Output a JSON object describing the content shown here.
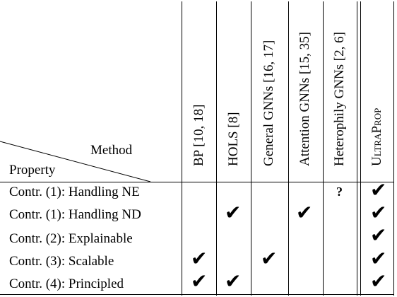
{
  "corner": {
    "method_label": "Method",
    "property_label": "Property"
  },
  "columns": [
    {
      "label": "BP [10, 18]"
    },
    {
      "label": "HOLS [8]"
    },
    {
      "label": "General GNNs [16, 17]"
    },
    {
      "label": "Attention GNNs [15, 35]"
    },
    {
      "label": "Heterophily GNNs [2, 6]"
    },
    {
      "label": "UltraProp",
      "style": "small-caps"
    }
  ],
  "rows": [
    {
      "label": "Contr. (1): Handling NE",
      "cells": [
        "",
        "",
        "",
        "",
        "?",
        "check"
      ]
    },
    {
      "label": "Contr. (1): Handling ND",
      "cells": [
        "",
        "check",
        "",
        "check",
        "",
        "check"
      ]
    },
    {
      "label": "Contr. (2): Explainable",
      "cells": [
        "",
        "",
        "",
        "",
        "",
        "check"
      ]
    },
    {
      "label": "Contr. (3): Scalable",
      "cells": [
        "check",
        "",
        "check",
        "",
        "",
        "check"
      ]
    },
    {
      "label": "Contr. (4): Principled",
      "cells": [
        "check",
        "check",
        "",
        "",
        "",
        "check"
      ]
    }
  ],
  "symbols": {
    "check": "✔",
    "unknown": "?"
  }
}
